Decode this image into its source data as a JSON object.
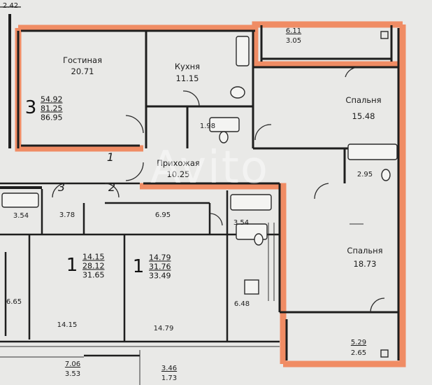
{
  "corner_dim": "2.42",
  "rooms": {
    "living": {
      "name": "Гостиная",
      "area": "20.71"
    },
    "kitchen": {
      "name": "Кухня",
      "area": "11.15"
    },
    "bath_a": {
      "area": "1.98"
    },
    "bedroom_1": {
      "name": "Спальня",
      "area": "15.48"
    },
    "bedroom_2": {
      "name": "Спальня",
      "area": "18.73"
    },
    "hall": {
      "name": "Прихожая",
      "area": "10.25"
    },
    "bath_b": {
      "area": "2.95"
    },
    "balcony_top": {
      "area": "6.11",
      "area_reduced": "3.05"
    },
    "balcony_bottom": {
      "area": "5.29",
      "area_reduced": "2.65"
    }
  },
  "apartment_main": {
    "rooms": "3",
    "living": "54.92",
    "total": "81.25",
    "total_incl": "86.95"
  },
  "apartment_a": {
    "rooms": "1",
    "living": "14.15",
    "total": "28.12",
    "total_incl": "31.65"
  },
  "apartment_b": {
    "rooms": "1",
    "living": "14.79",
    "total": "31.76",
    "total_incl": "33.49"
  },
  "small_areas": {
    "a": "3.54",
    "b": "3.78",
    "c": "6.95",
    "d": "3.54",
    "e": "6.65",
    "f": "14.15",
    "g": "14.79",
    "h": "6.48"
  },
  "bottom_balcony_a": {
    "area": "7.06",
    "area_reduced": "3.53"
  },
  "bottom_balcony_b": {
    "area": "3.46",
    "area_reduced": "1.73"
  },
  "entrance_numbers": [
    "1",
    "2",
    "3"
  ],
  "watermark": "Avito",
  "colors": {
    "highlight": "#f08c64",
    "wall": "#1e1e1e",
    "paper": "#e9e9e7"
  }
}
